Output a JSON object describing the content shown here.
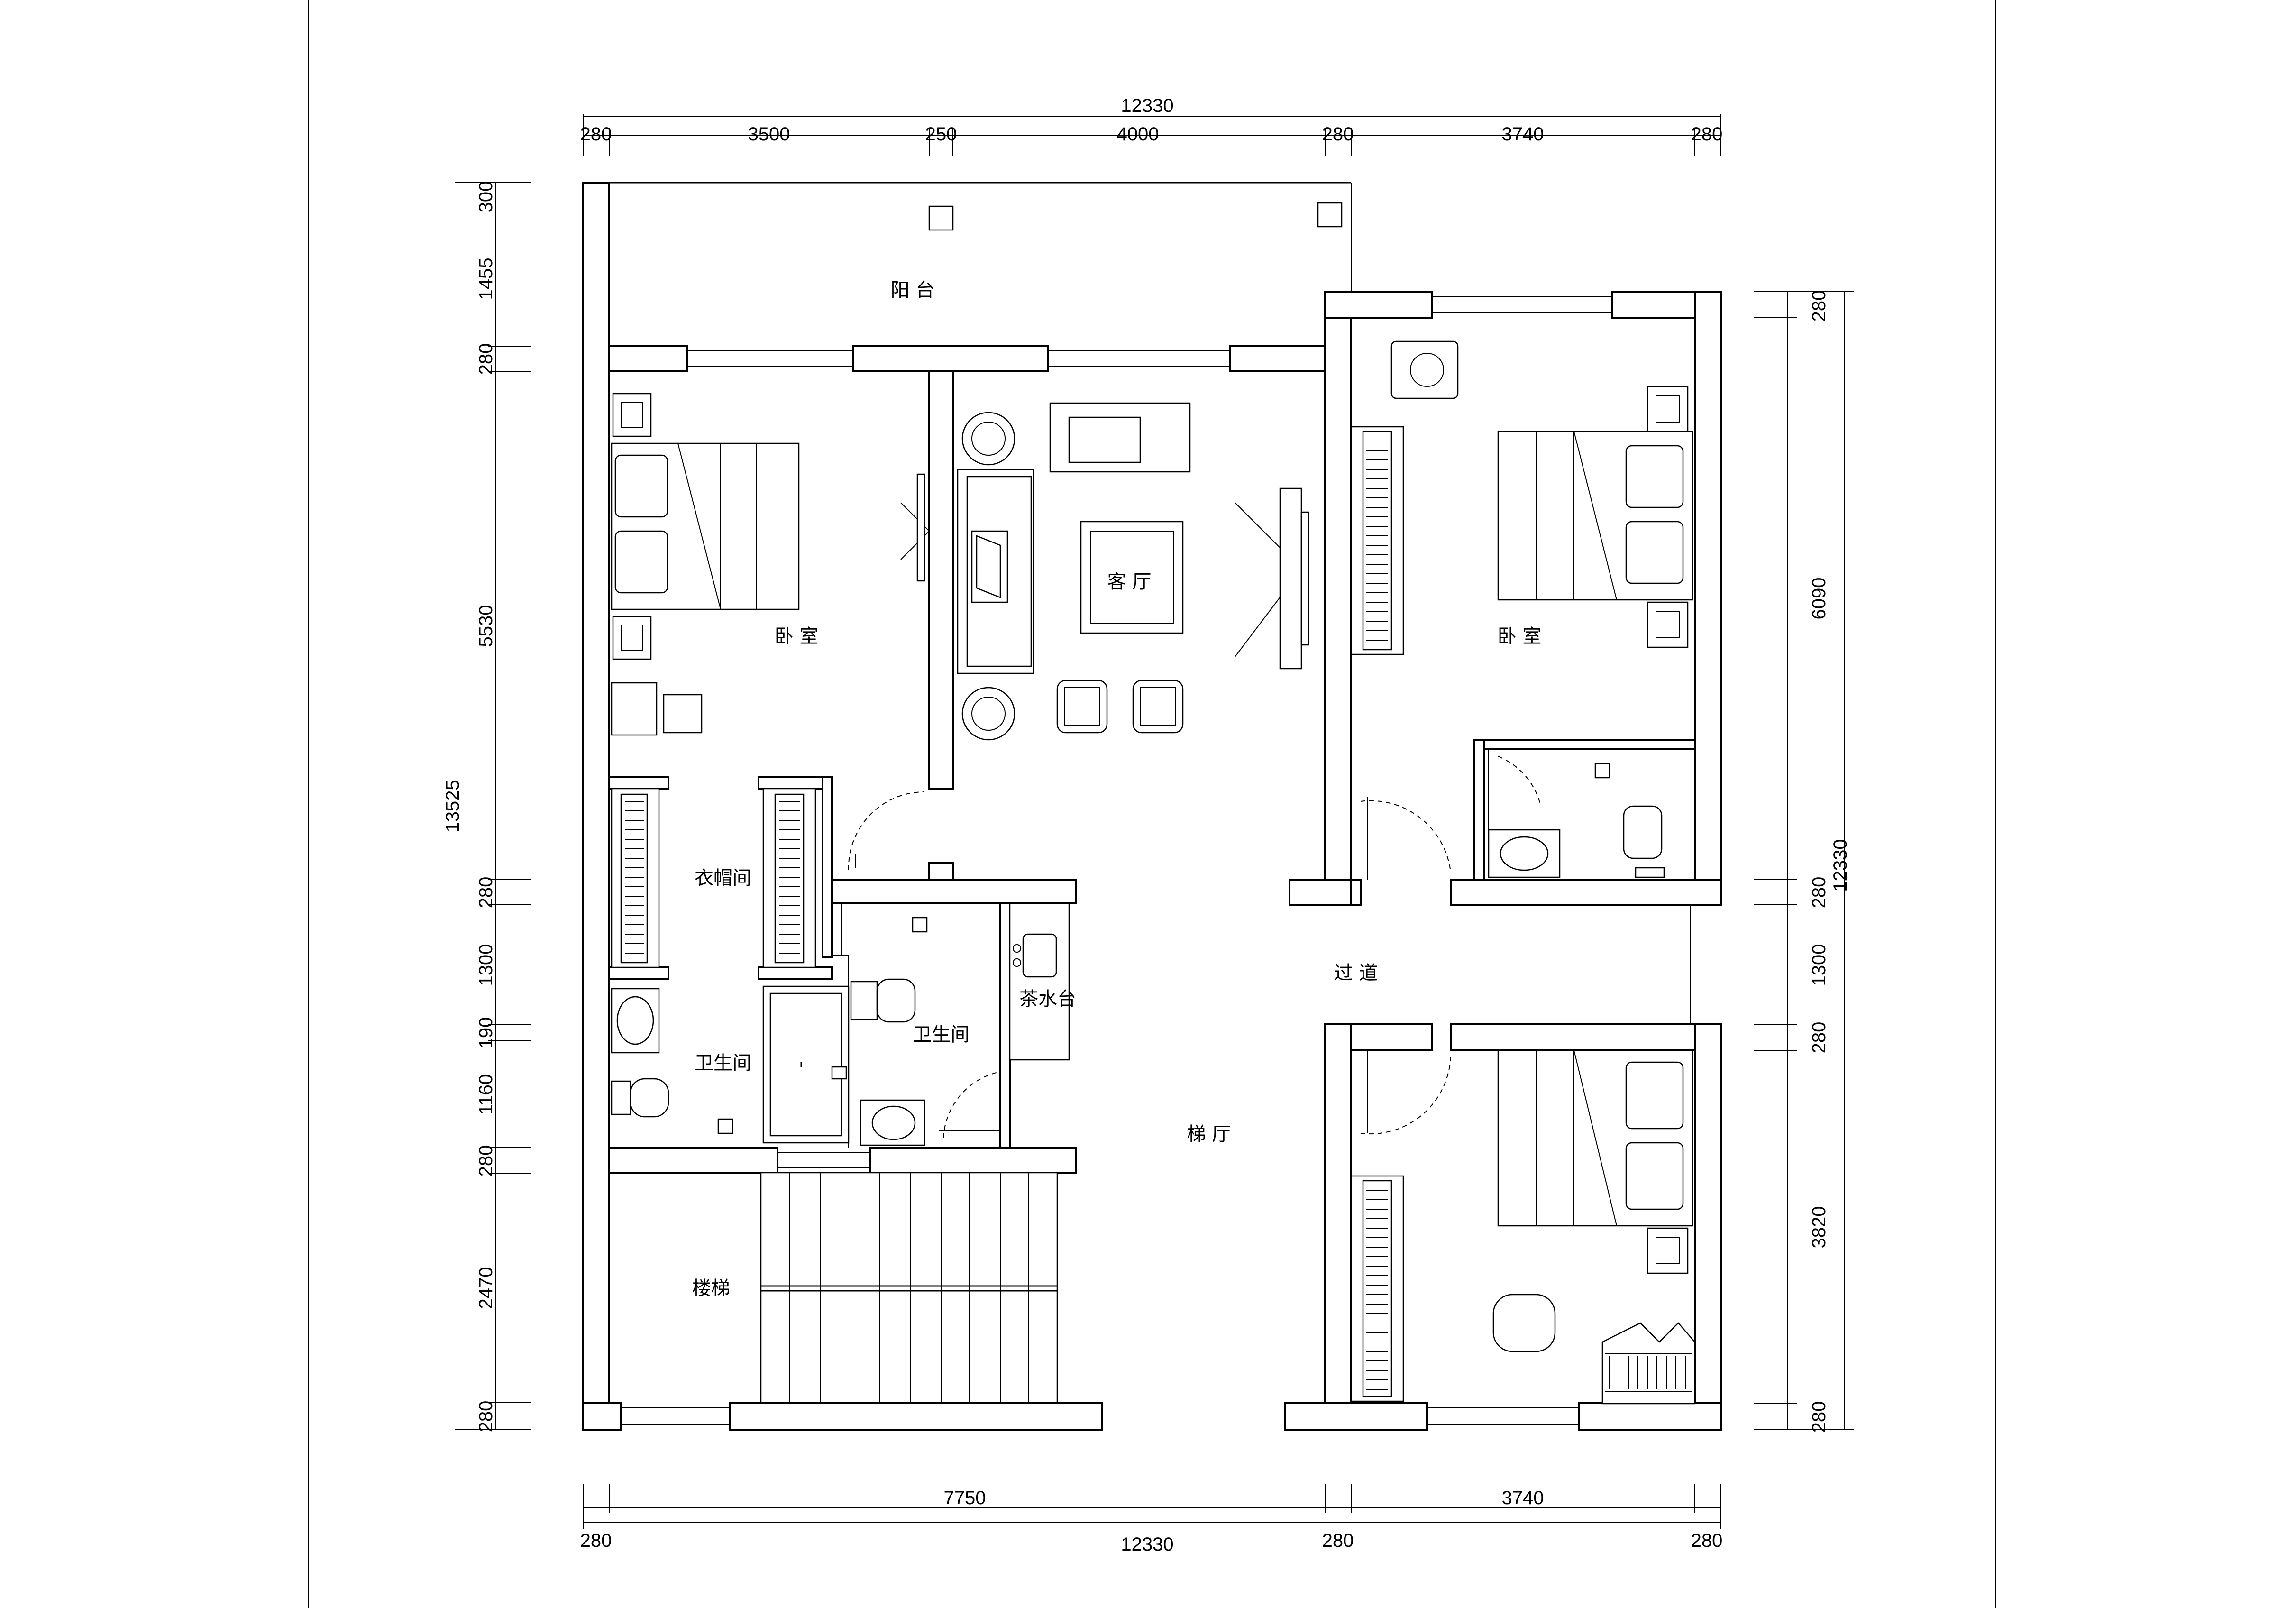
{
  "dimensions": {
    "top_total": "12330",
    "top_segments": [
      "280",
      "3500",
      "250",
      "4000",
      "280",
      "3740",
      "280"
    ],
    "left_total": "13525",
    "left_segments": [
      "300",
      "1455",
      "280",
      "5530",
      "280",
      "1300",
      "190",
      "1160",
      "280",
      "2470",
      "280"
    ],
    "right_total": "12330",
    "right_segments": [
      "280",
      "6090",
      "280",
      "1300",
      "280",
      "3820",
      "280"
    ],
    "bottom_upper": [
      "7750",
      "3740"
    ],
    "bottom_lower": [
      "280",
      "12330",
      "280",
      "280"
    ]
  },
  "rooms": {
    "balcony": "阳 台",
    "living_room": "客 厅",
    "bedroom_left": "卧 室",
    "bedroom_right_top": "卧 室",
    "cloakroom": "衣帽间",
    "bathroom_left": "卫生间",
    "bathroom_middle": "卫生间",
    "tea_bar": "茶水台",
    "corridor": "过 道",
    "stair_hall": "梯 厅",
    "staircase": "楼梯"
  }
}
